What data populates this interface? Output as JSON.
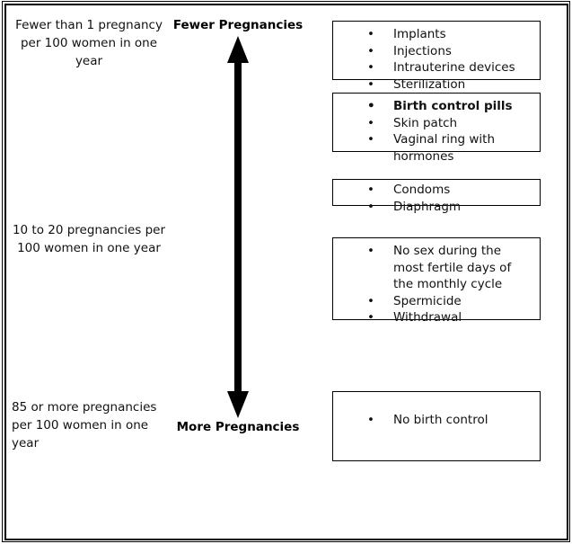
{
  "diagram": {
    "title_top": "Fewer Pregnancies",
    "title_bottom": "More Pregnancies",
    "arrow_icon": "double-headed-vertical-arrow",
    "effectiveness_scale": [
      {
        "id": "low-risk",
        "text": "Fewer than 1 pregnancy per 100 women in one year",
        "align": "centered"
      },
      {
        "id": "mid-risk",
        "text": "10 to 20 pregnancies per 100 women in one year",
        "align": "centered"
      },
      {
        "id": "high-risk",
        "text": "85 or more pregnancies per 100 women in one year",
        "align": "left"
      }
    ],
    "method_groups": [
      {
        "id": "most-effective",
        "items": [
          {
            "label": "Implants",
            "bold": false
          },
          {
            "label": "Injections",
            "bold": false
          },
          {
            "label": "Intrauterine devices",
            "bold": false
          },
          {
            "label": "Sterilization",
            "bold": false
          }
        ]
      },
      {
        "id": "hormonal-methods",
        "items": [
          {
            "label": "Birth control pills",
            "bold": true
          },
          {
            "label": "Skin patch",
            "bold": false
          },
          {
            "label": "Vaginal ring with hormones",
            "bold": false
          }
        ]
      },
      {
        "id": "barrier-methods",
        "items": [
          {
            "label": "Condoms",
            "bold": false
          },
          {
            "label": "Diaphragm",
            "bold": false
          }
        ]
      },
      {
        "id": "behavioral-methods",
        "items": [
          {
            "label": "No sex during the most fertile days of the monthly cycle",
            "bold": false
          },
          {
            "label": "Spermicide",
            "bold": false
          },
          {
            "label": "Withdrawal",
            "bold": false
          }
        ]
      },
      {
        "id": "no-method",
        "items": [
          {
            "label": "No birth control",
            "bold": false
          }
        ]
      }
    ],
    "bullet_glyph": "•",
    "colors": {
      "ink": "#000000",
      "text": "#111111",
      "background": "#ffffff"
    }
  }
}
